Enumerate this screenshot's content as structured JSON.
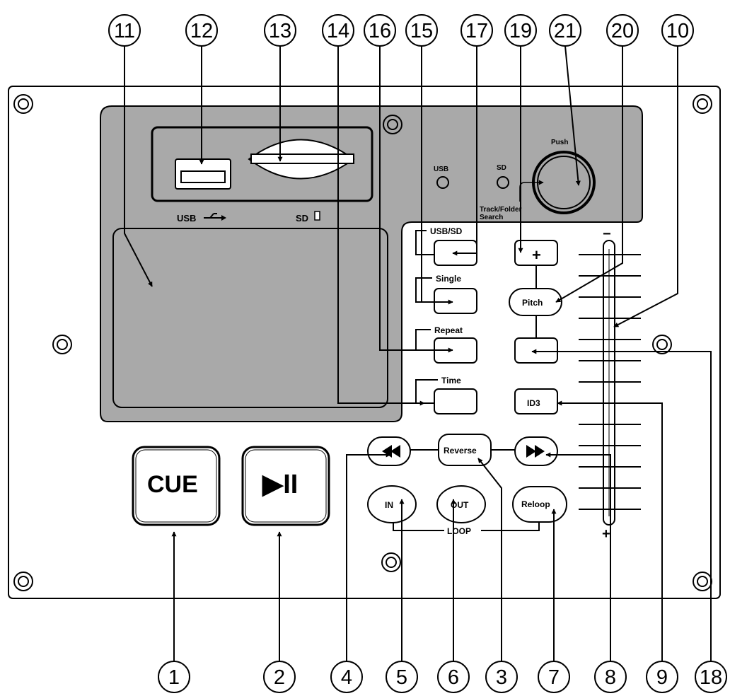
{
  "controls": {
    "cue": "CUE",
    "play_pause": "▶II",
    "usb_sd": "USB/SD",
    "single": "Single",
    "repeat": "Repeat",
    "time": "Time",
    "pitch": "Pitch",
    "id3": "ID3",
    "reverse": "Reverse",
    "in": "IN",
    "out": "OUT",
    "reloop": "Reloop",
    "loop": "LOOP",
    "push": "Push",
    "track_folder_search_1": "Track/Folder",
    "track_folder_search_2": "Search",
    "usb_led": "USB",
    "sd_led": "SD",
    "usb_port": "USB",
    "sd_slot": "SD",
    "plus": "+",
    "minus_sign": "−",
    "plus_sign": "+"
  },
  "callouts": {
    "top": [
      "11",
      "12",
      "13",
      "14",
      "16",
      "15",
      "17",
      "19",
      "21",
      "20",
      "10"
    ],
    "bottom": [
      "1",
      "2",
      "4",
      "5",
      "6",
      "3",
      "7",
      "8",
      "9",
      "18"
    ]
  },
  "colors": {
    "panel_fill": "#a9a9a9",
    "button_fill": "#ffffff",
    "line": "#000000"
  }
}
